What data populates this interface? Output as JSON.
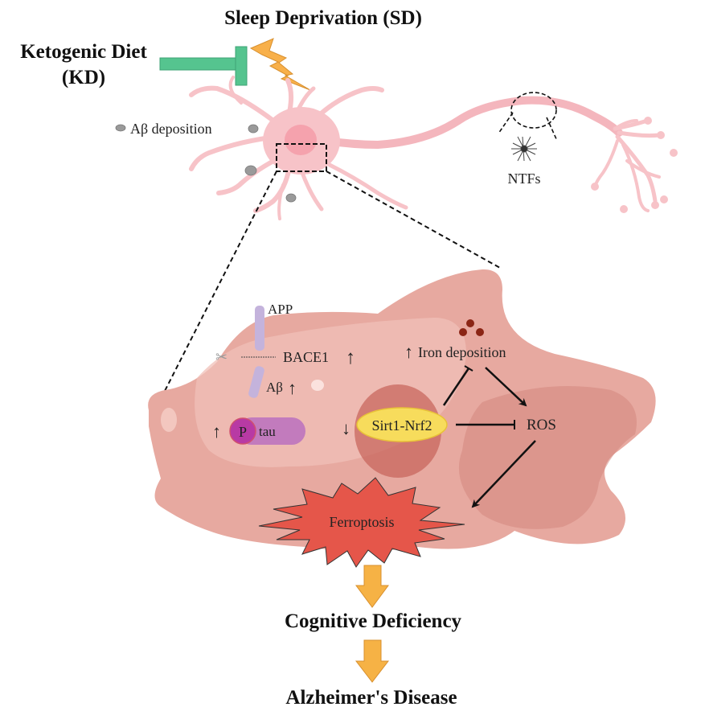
{
  "labels": {
    "sleep_deprivation": "Sleep Deprivation (SD)",
    "ketogenic_line1": "Ketogenic Diet",
    "ketogenic_line2": "(KD)",
    "abeta_deposition": "Aβ deposition",
    "ntfs": "NTFs",
    "app": "APP",
    "bace1": "BACE1",
    "abeta": "Aβ",
    "p": "P",
    "tau": "tau",
    "iron_deposition": "Iron deposition",
    "sirt1_nrf2": "Sirt1-Nrf2",
    "ros": "ROS",
    "ferroptosis": "Ferroptosis",
    "cognitive_deficiency": "Cognitive Deficiency",
    "alzheimers": "Alzheimer's Disease"
  },
  "arrows": {
    "up": "↑",
    "down": "↓"
  },
  "colors": {
    "inhibitor_green": "#55c48f",
    "lightning_orange": "#f8b04a",
    "neuron_pink": "#f7c3c8",
    "cell_body": "#e7a9a0",
    "ferroptosis_red": "#e5564a",
    "sirt_yellow": "#f7dc5c",
    "tau_purple": "#c27bbd",
    "app_lavender": "#c4b3dc",
    "iron_dot": "#8b2515",
    "flow_arrow": "#f6b245"
  }
}
